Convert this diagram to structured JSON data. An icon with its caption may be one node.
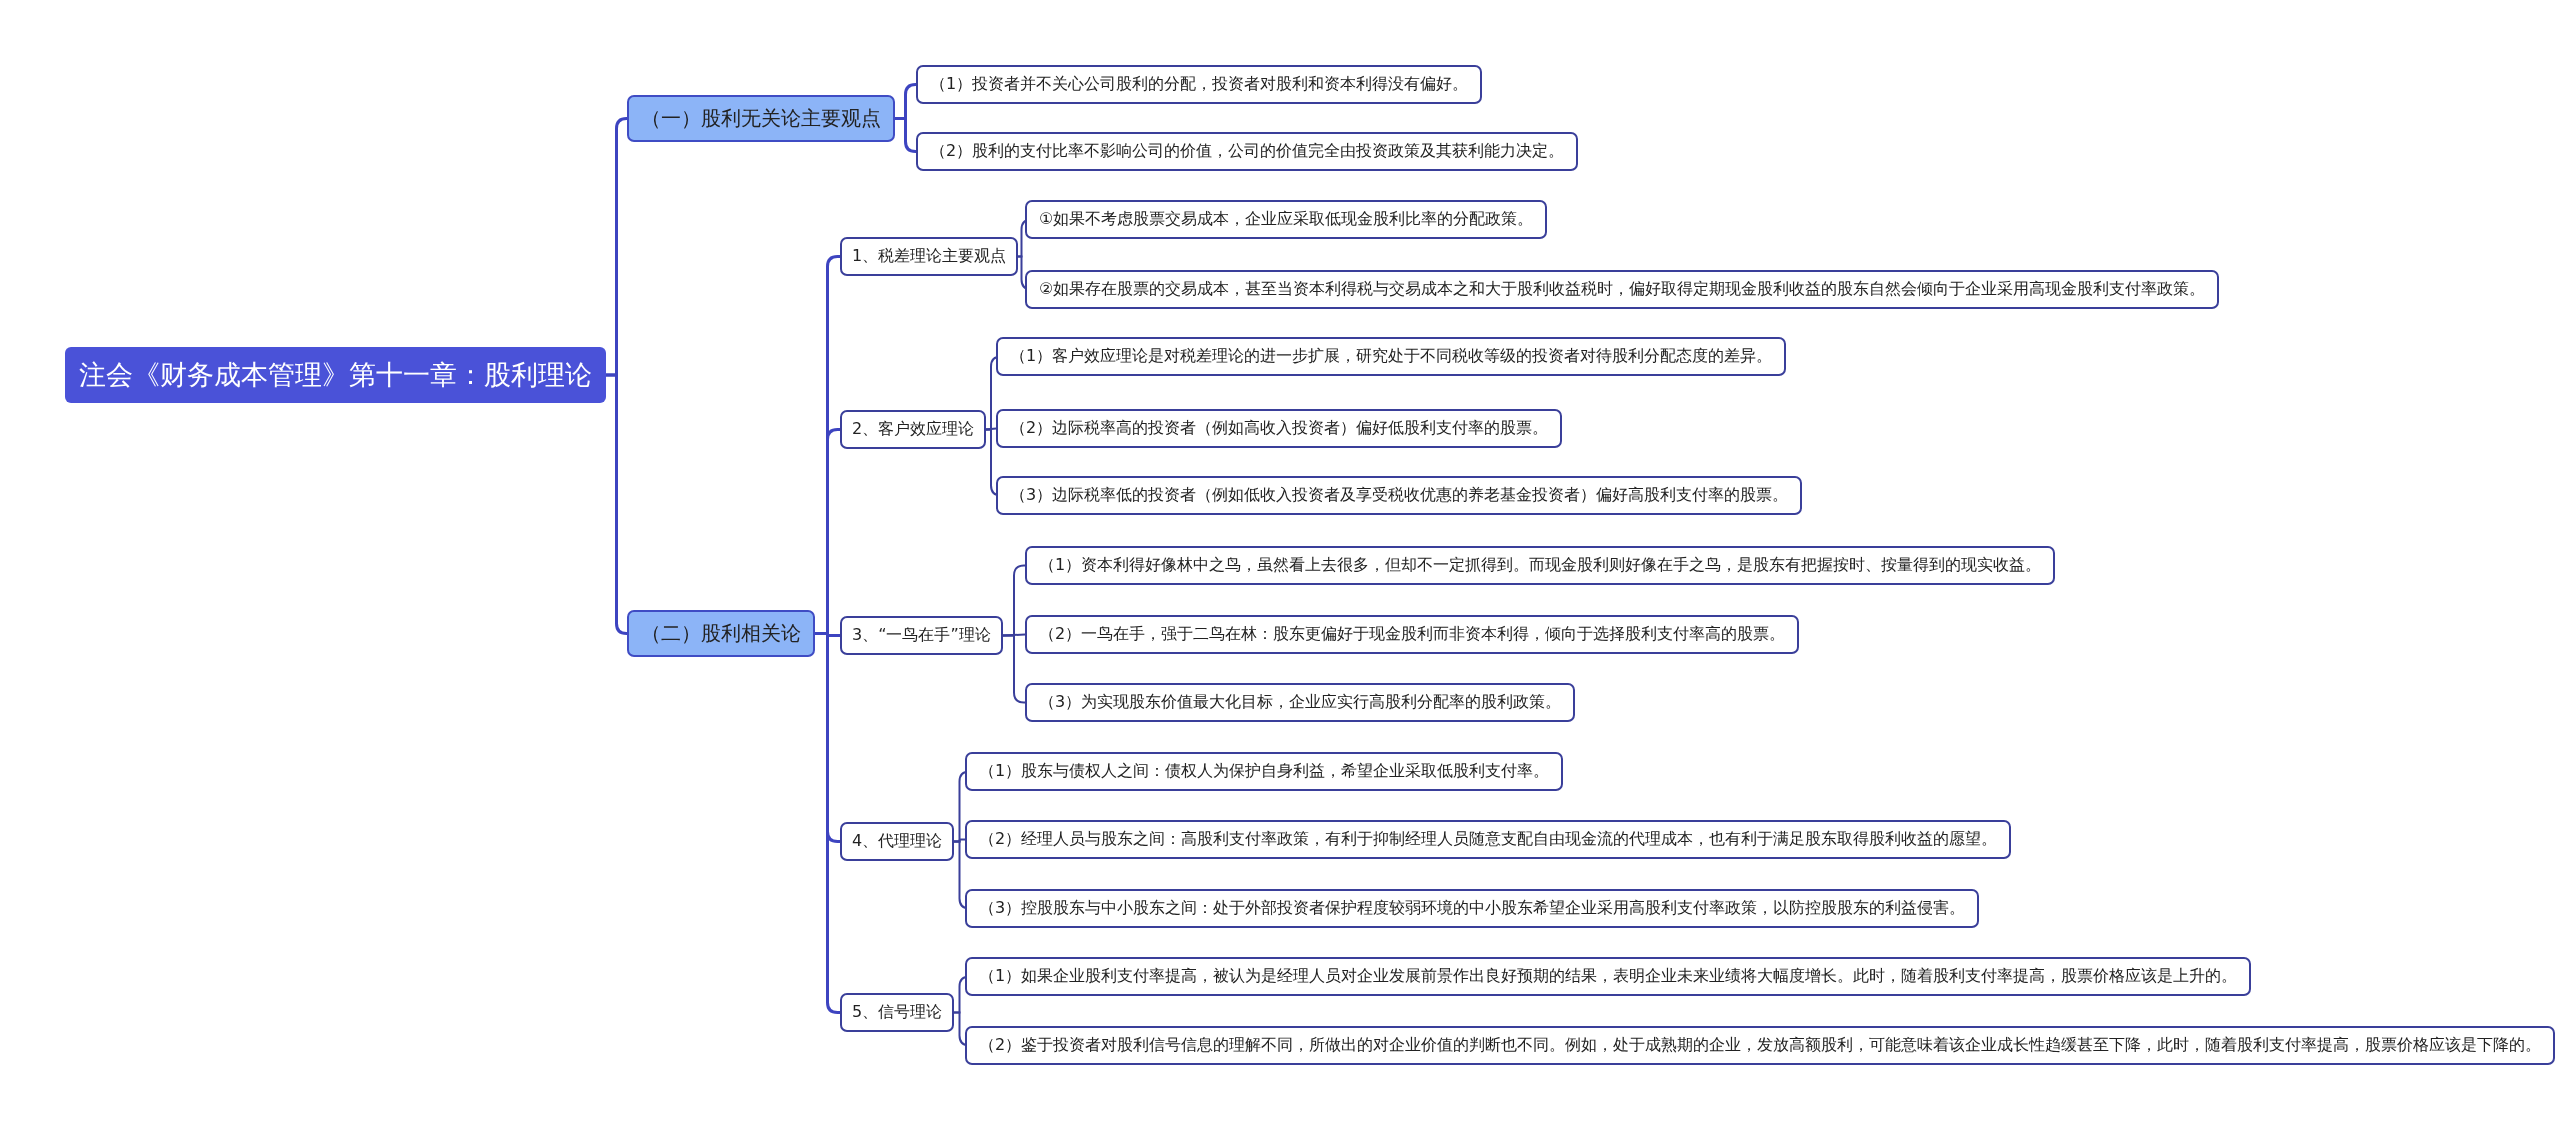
{
  "diagram": {
    "nodes": [
      {
        "text": [
          "注会《财务成本管理》第十一章：股利理论"
        ]
      },
      {
        "text": [
          "（一）股利无关论主要观点"
        ]
      },
      {
        "text": [
          "（1）投资者并不关心公司股利的分配，投资者对股利和资本利得没有偏好。"
        ]
      },
      {
        "text": [
          "（2）股利的支付比率不影响公司的价值，公司的价值完全由投资政策及其获利能力决定。"
        ]
      },
      {
        "text": [
          "（二）股利相关论"
        ]
      },
      {
        "text": [
          "1、税差理论主要观点"
        ]
      },
      {
        "text": [
          "①如果不考虑股票交易成本，企业应采取低现金股利比率的分配政策。"
        ]
      },
      {
        "text": [
          "②如果存在股票的交易成本，甚至当资本利得税与交易成本之和大于股利收益税时，偏好取得定期现金股利收益的股东自然会倾向于企业采用高现金股利支付率政策。"
        ]
      },
      {
        "text": [
          "2、客户效应理论"
        ]
      },
      {
        "text": [
          "（1）客户效应理论是对税差理论的进一步扩展，研究处于不同税收等级的投资者对待股利分配态度的差异。"
        ]
      },
      {
        "text": [
          "（2）边际税率高的投资者（例如高收入投资者）偏好低股利支付率的股票。"
        ]
      },
      {
        "text": [
          "（3）边际税率低的投资者（例如低收入投资者及享受税收优惠的养老基金投资者）偏好高股利支付率的股票。"
        ]
      },
      {
        "text": [
          "3、“一鸟在手”理论"
        ]
      },
      {
        "text": [
          "（1）资本利得好像林中之鸟，虽然看上去很多，但却不一定抓得到。而现金股利则好像在手之鸟，是股东有把握按时、按量得到的现实收益。"
        ]
      },
      {
        "text": [
          "（2）一鸟在手，强于二鸟在林：股东更偏好于现金股利而非资本利得，倾向于选择股利支付率高的股票。"
        ]
      },
      {
        "text": [
          "（3）为实现股东价值最大化目标，企业应实行高股利分配率的股利政策。"
        ]
      },
      {
        "text": [
          "4、代理理论"
        ]
      },
      {
        "text": [
          "（1）股东与债权人之间：债权人为保护自身利益，希望企业采取低股利支付率。"
        ]
      },
      {
        "text": [
          "（2）经理人员与股东之间：高股利支付率政策，有利于抑制经理人员随意支配自由现金流的代理成本，也有利于满足股东取得股利收益的愿望。"
        ]
      },
      {
        "text": [
          "（3）控股股东与中小股东之间：处于外部投资者保护程度较弱环境的中小股东希望企业采用高股利支付率政策，以防控股股东的利益侵害。"
        ]
      },
      {
        "text": [
          "5、信号理论"
        ]
      },
      {
        "text": [
          "（1）如果企业股利支付率提高，被认为是经理人员对企业发展前景作出良好预期的结果，表明企业未来业绩将大幅度增长。此时，随着股利支付率提高，股票价格应该是上升的。"
        ]
      },
      {
        "text": [
          "（2）鉴于投资者对股利信号信息的理解不同，所做出的对企业价值的判断也不同。例如，处于成熟期的企业，发放高额股利，可能意味着该企业成长性趋缓甚至下降，此时，随着股利支付率提高，股票价格应该是下降的。"
        ]
      }
    ],
    "edges": [
      {
        "from": 0,
        "to": 1,
        "arrow": "none"
      },
      {
        "from": 1,
        "to": 2,
        "arrow": "none"
      },
      {
        "from": 1,
        "to": 3,
        "arrow": "none"
      },
      {
        "from": 0,
        "to": 4,
        "arrow": "none"
      },
      {
        "from": 4,
        "to": 5,
        "arrow": "none"
      },
      {
        "from": 5,
        "to": 6,
        "arrow": "none"
      },
      {
        "from": 5,
        "to": 7,
        "arrow": "none"
      },
      {
        "from": 4,
        "to": 8,
        "arrow": "none"
      },
      {
        "from": 8,
        "to": 9,
        "arrow": "none"
      },
      {
        "from": 8,
        "to": 10,
        "arrow": "none"
      },
      {
        "from": 8,
        "to": 11,
        "arrow": "none"
      },
      {
        "from": 4,
        "to": 12,
        "arrow": "none"
      },
      {
        "from": 12,
        "to": 13,
        "arrow": "none"
      },
      {
        "from": 12,
        "to": 14,
        "arrow": "none"
      },
      {
        "from": 12,
        "to": 15,
        "arrow": "none"
      },
      {
        "from": 4,
        "to": 16,
        "arrow": "none"
      },
      {
        "from": 16,
        "to": 17,
        "arrow": "none"
      },
      {
        "from": 16,
        "to": 18,
        "arrow": "none"
      },
      {
        "from": 16,
        "to": 19,
        "arrow": "none"
      },
      {
        "from": 4,
        "to": 20,
        "arrow": "none"
      },
      {
        "from": 20,
        "to": 21,
        "arrow": "none"
      },
      {
        "from": 20,
        "to": 22,
        "arrow": "none"
      }
    ]
  }
}
